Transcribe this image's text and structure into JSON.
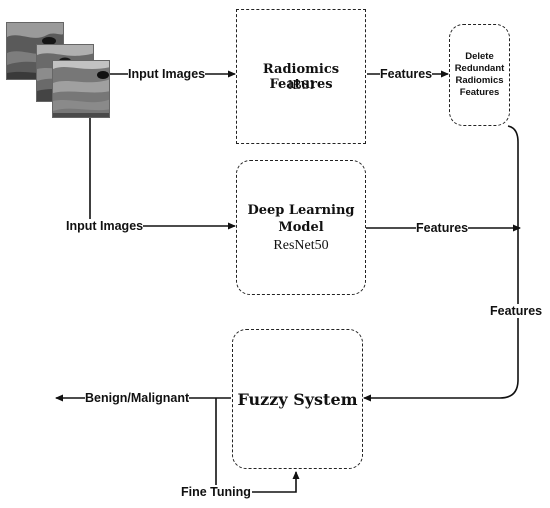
{
  "images": {
    "input_label_top": "Input Images",
    "input_label_mid": "Input Images"
  },
  "radiomics": {
    "title": "Radiomics Features",
    "subtitle": "IBSI"
  },
  "delete_box": {
    "lines": [
      "Delete",
      "Redundant",
      "Radiomics",
      "Features"
    ]
  },
  "deep_learning": {
    "title_line1": "Deep Learning",
    "title_line2": "Model",
    "subtitle": "ResNet50"
  },
  "fuzzy": {
    "title": "Fuzzy System"
  },
  "labels": {
    "features_top": "Features",
    "features_mid": "Features",
    "features_right": "Features",
    "output": "Benign/Malignant",
    "fine_tuning": "Fine Tuning"
  }
}
